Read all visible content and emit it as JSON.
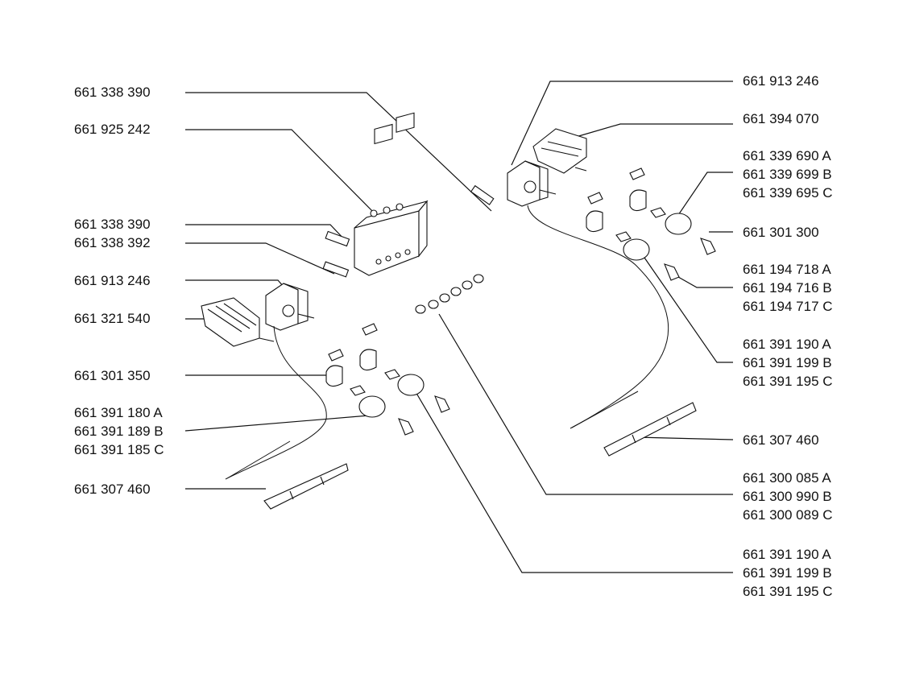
{
  "labels": {
    "oven_probe_wire_top": "661 338 390",
    "timer": "661 925 242",
    "probe_wire_a": "661 338 390",
    "probe_wire_b": "661 338 392",
    "thermostat_left": "661 913 246",
    "selector_switch_left": "661 321 540",
    "knob_holder_left": "661 301 350",
    "knob_left": [
      "661 391 180 A",
      "661 391 189 B",
      "661 391 185 C"
    ],
    "bracket_left": "661 307 460",
    "thermostat_right": "661 913 246",
    "selector_switch_right": "661 394 070",
    "knob_right_top": [
      "661 339 690 A",
      "661 339 699 B",
      "661 339 695 C"
    ],
    "screw_right": "661 301 300",
    "knob_cap_right": [
      "661 194 718 A",
      "661 194 716 B",
      "661 194 717 C"
    ],
    "knob_right_mid": [
      "661 391 190 A",
      "661 391 199 B",
      "661 391 195 C"
    ],
    "bracket_right": "661 307 460",
    "indicator_lamps": [
      "661 300 085 A",
      "661 300 990 B",
      "661 300 089 C"
    ],
    "knob_center": [
      "661 391 190 A",
      "661 391 199 B",
      "661 391 195 C"
    ]
  }
}
